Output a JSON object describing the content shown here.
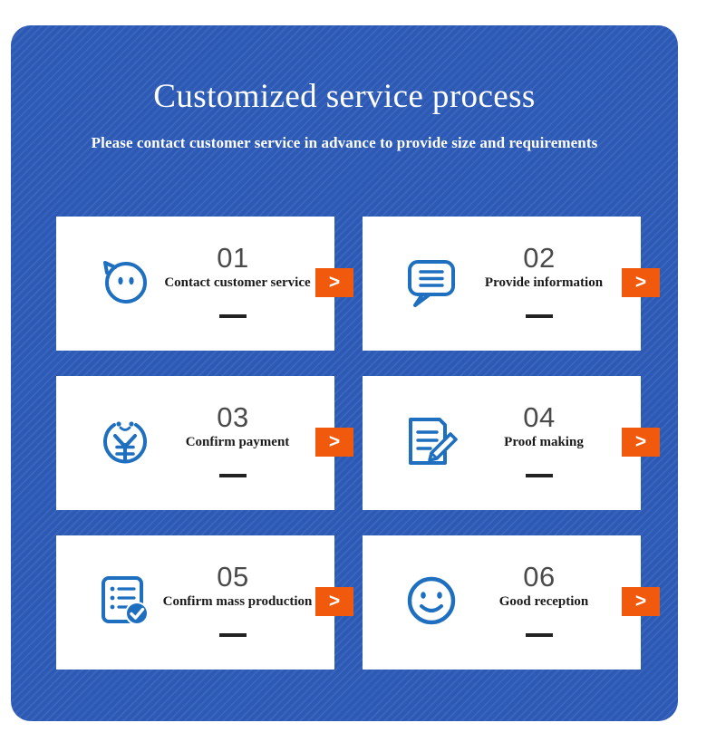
{
  "header": {
    "title": "Customized service process",
    "subtitle": "Please contact customer service in advance to provide size and requirements"
  },
  "colors": {
    "panel_blue": "#2e5cb8",
    "card_white": "#ffffff",
    "accent_orange": "#f15a0d",
    "icon_blue": "#1f6fc0",
    "number_gray": "#4a4a4a",
    "dash_dark": "#222222"
  },
  "steps": [
    {
      "number": "01",
      "label": "Contact customer service",
      "icon": "chat-face-icon",
      "arrow": ">"
    },
    {
      "number": "02",
      "label": "Provide information",
      "icon": "speech-bubble-lines-icon",
      "arrow": ">"
    },
    {
      "number": "03",
      "label": "Confirm payment",
      "icon": "yen-coin-face-icon",
      "arrow": ">"
    },
    {
      "number": "04",
      "label": "Proof making",
      "icon": "document-pencil-icon",
      "arrow": ">"
    },
    {
      "number": "05",
      "label": "Confirm mass production",
      "icon": "checklist-check-icon",
      "arrow": ">"
    },
    {
      "number": "06",
      "label": "Good reception",
      "icon": "smiley-face-icon",
      "arrow": ">"
    }
  ]
}
